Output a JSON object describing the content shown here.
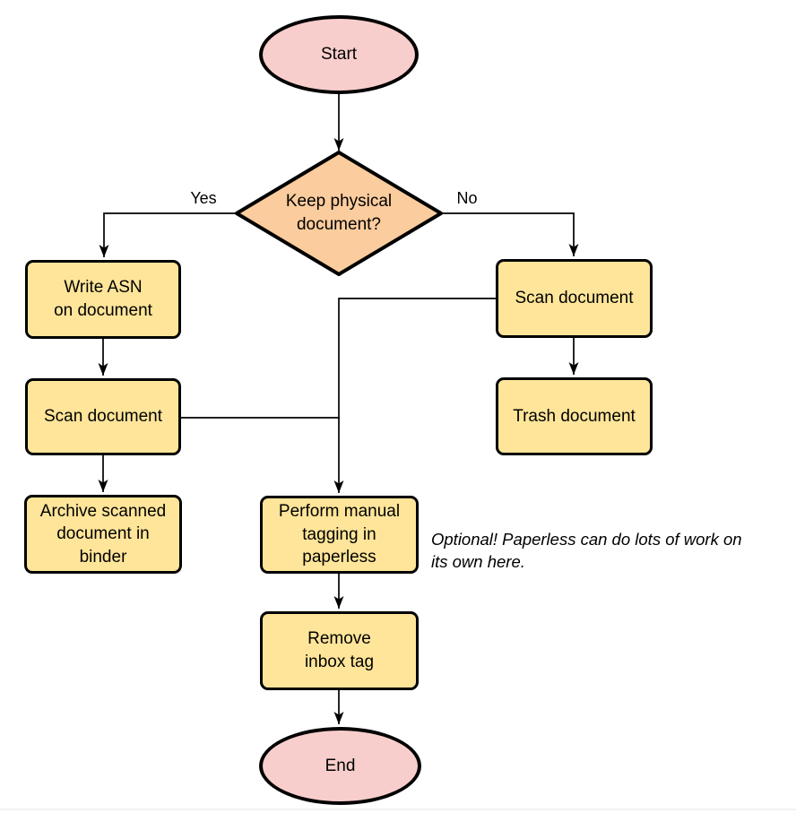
{
  "diagram_type": "flowchart",
  "colors": {
    "terminal_fill": "#f8cecc",
    "decision_fill": "#fbcc9d",
    "process_fill": "#ffe599",
    "stroke": "#000000"
  },
  "nodes": {
    "start": {
      "label": "Start",
      "shape": "ellipse"
    },
    "decision": {
      "label": "Keep physical\ndocument?",
      "shape": "diamond"
    },
    "write_asn": {
      "label": "Write ASN\non document",
      "shape": "process"
    },
    "scan_left": {
      "label": "Scan document",
      "shape": "process"
    },
    "archive": {
      "label": "Archive scanned\ndocument in\nbinder",
      "shape": "process"
    },
    "scan_right": {
      "label": "Scan document",
      "shape": "process"
    },
    "trash": {
      "label": "Trash document",
      "shape": "process"
    },
    "tagging": {
      "label": "Perform manual\ntagging in\npaperless",
      "shape": "process"
    },
    "remove_inbox": {
      "label": "Remove\ninbox tag",
      "shape": "process"
    },
    "end": {
      "label": "End",
      "shape": "ellipse"
    }
  },
  "edge_labels": {
    "yes": "Yes",
    "no": "No"
  },
  "annotation": {
    "text": "Optional! Paperless can do lots of work on\nits own here."
  }
}
